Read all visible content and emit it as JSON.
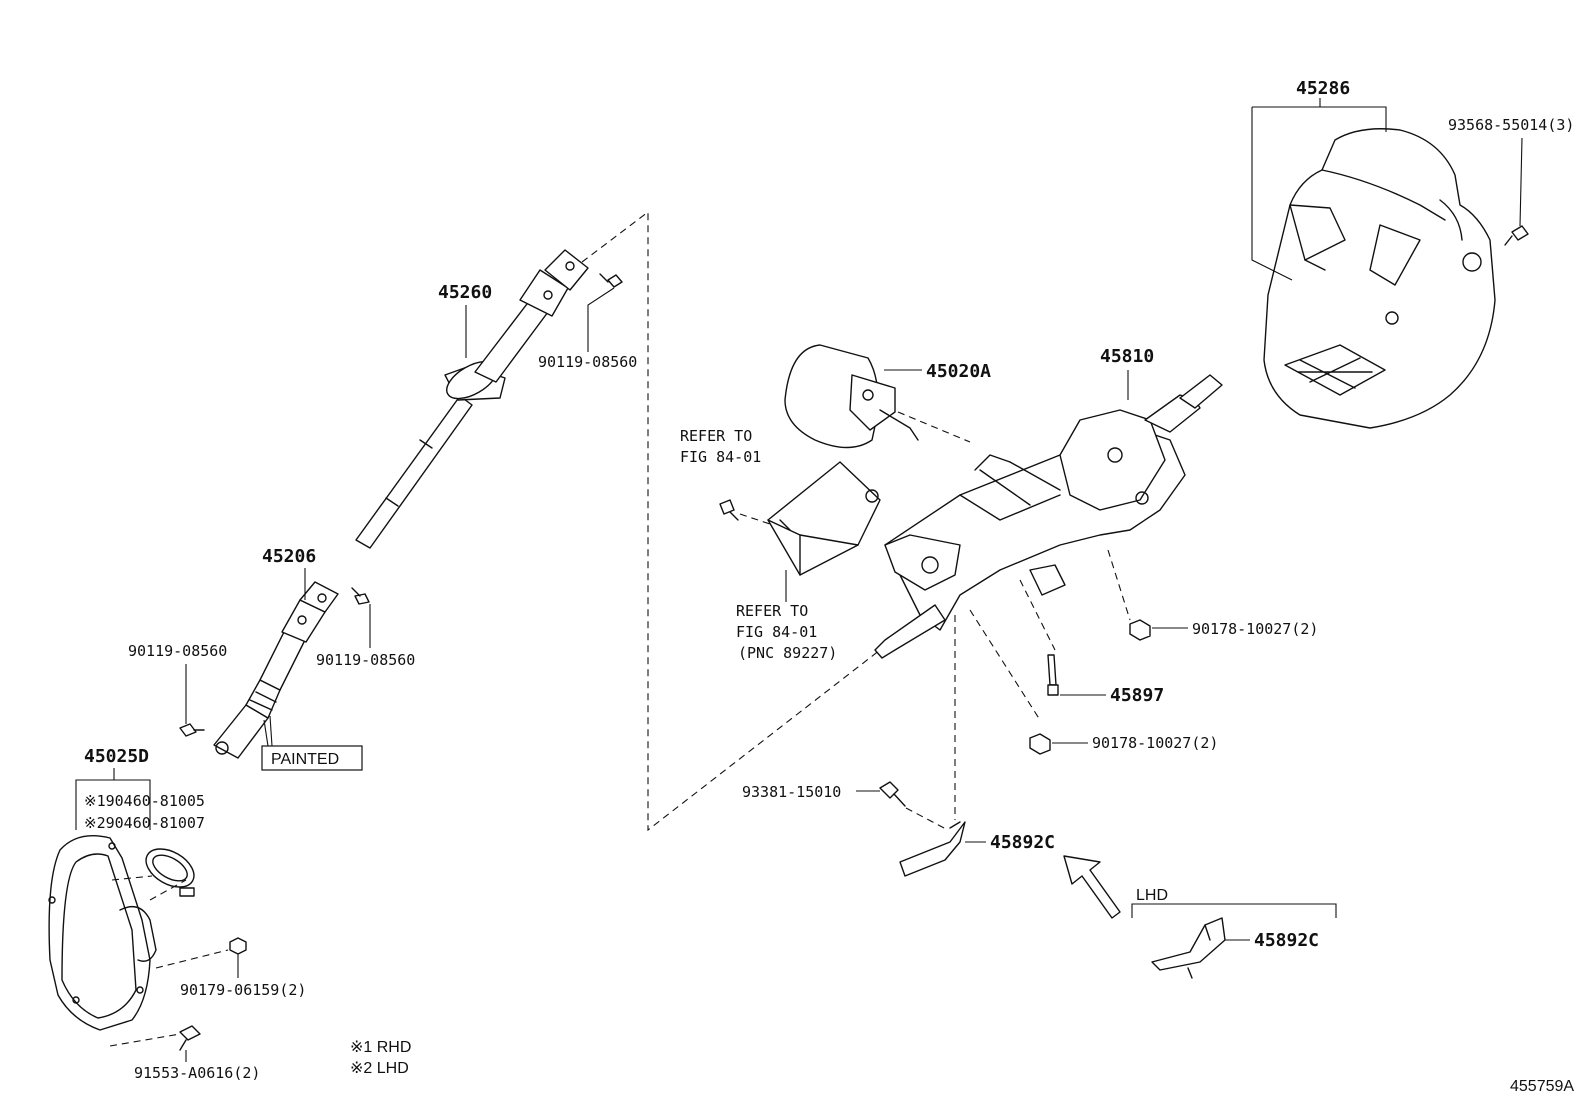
{
  "labels": {
    "p45286": "45286",
    "p93568": "93568-55014(3)",
    "p45260": "45260",
    "p90119a": "90119-08560",
    "p45020a": "45020A",
    "p45810": "45810",
    "refer1a": "REFER TO",
    "refer1b": "FIG 84-01",
    "refer2a": "REFER TO",
    "refer2b": "FIG 84-01",
    "refer2c": "(PNC 89227)",
    "p45206": "45206",
    "p90119b": "90119-08560",
    "p90119c": "90119-08560",
    "p90178a": "90178-10027(2)",
    "p45897": "45897",
    "p90178b": "90178-10027(2)",
    "painted": "PAINTED",
    "p45025d": "45025D",
    "note1": "※190460-81005",
    "note2": "※290460-81007",
    "p93381": "93381-15010",
    "p45892c1": "45892C",
    "lhd": "LHD",
    "p45892c2": "45892C",
    "p90179": "90179-06159(2)",
    "p91553": "91553-A0616(2)",
    "legend1": "※1 RHD",
    "legend2": "※2 LHD",
    "figure_id": "455759A"
  }
}
